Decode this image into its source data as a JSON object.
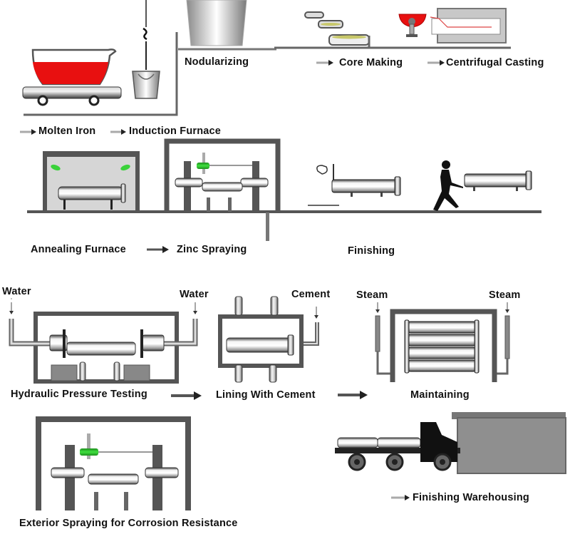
{
  "title": "Ductile Iron Pipe Production Process",
  "colors": {
    "molten": "#e81010",
    "spray_green": "#2ec42e",
    "frame": "#555555",
    "pipe_light": "#e6e6e6",
    "truck_body": "#111111",
    "warehouse": "#8f8f8f"
  },
  "stages": {
    "molten_iron": "Molten Iron",
    "induction_furnace": "Induction Furnace",
    "nodularizing": "Nodularizing",
    "core_making": "Core Making",
    "centrifugal_casting": "Centrifugal Casting",
    "annealing_furnace": "Annealing Furnace",
    "zinc_spraying": "Zinc Spraying",
    "finishing": "Finishing",
    "hydraulic_pressure_testing": "Hydraulic Pressure Testing",
    "lining_with_cement": "Lining With Cement",
    "maintaining": "Maintaining",
    "exterior_spraying": "Exterior Spraying for Corrosion Resistance",
    "finishing_warehousing": "Finishing Warehousing"
  },
  "inputs": {
    "water_left": "Water",
    "water_right": "Water",
    "cement": "Cement",
    "steam_left": "Steam",
    "steam_right": "Steam"
  },
  "icons": [
    "ladle-car-icon",
    "crane-hook-icon",
    "bucket-icon",
    "core-ring-icon",
    "pouring-ladle-icon",
    "casting-machine-icon",
    "furnace-icon",
    "spray-booth-icon",
    "pipe-icon",
    "worker-icon",
    "truck-icon",
    "warehouse-icon",
    "arrow-right-icon"
  ]
}
